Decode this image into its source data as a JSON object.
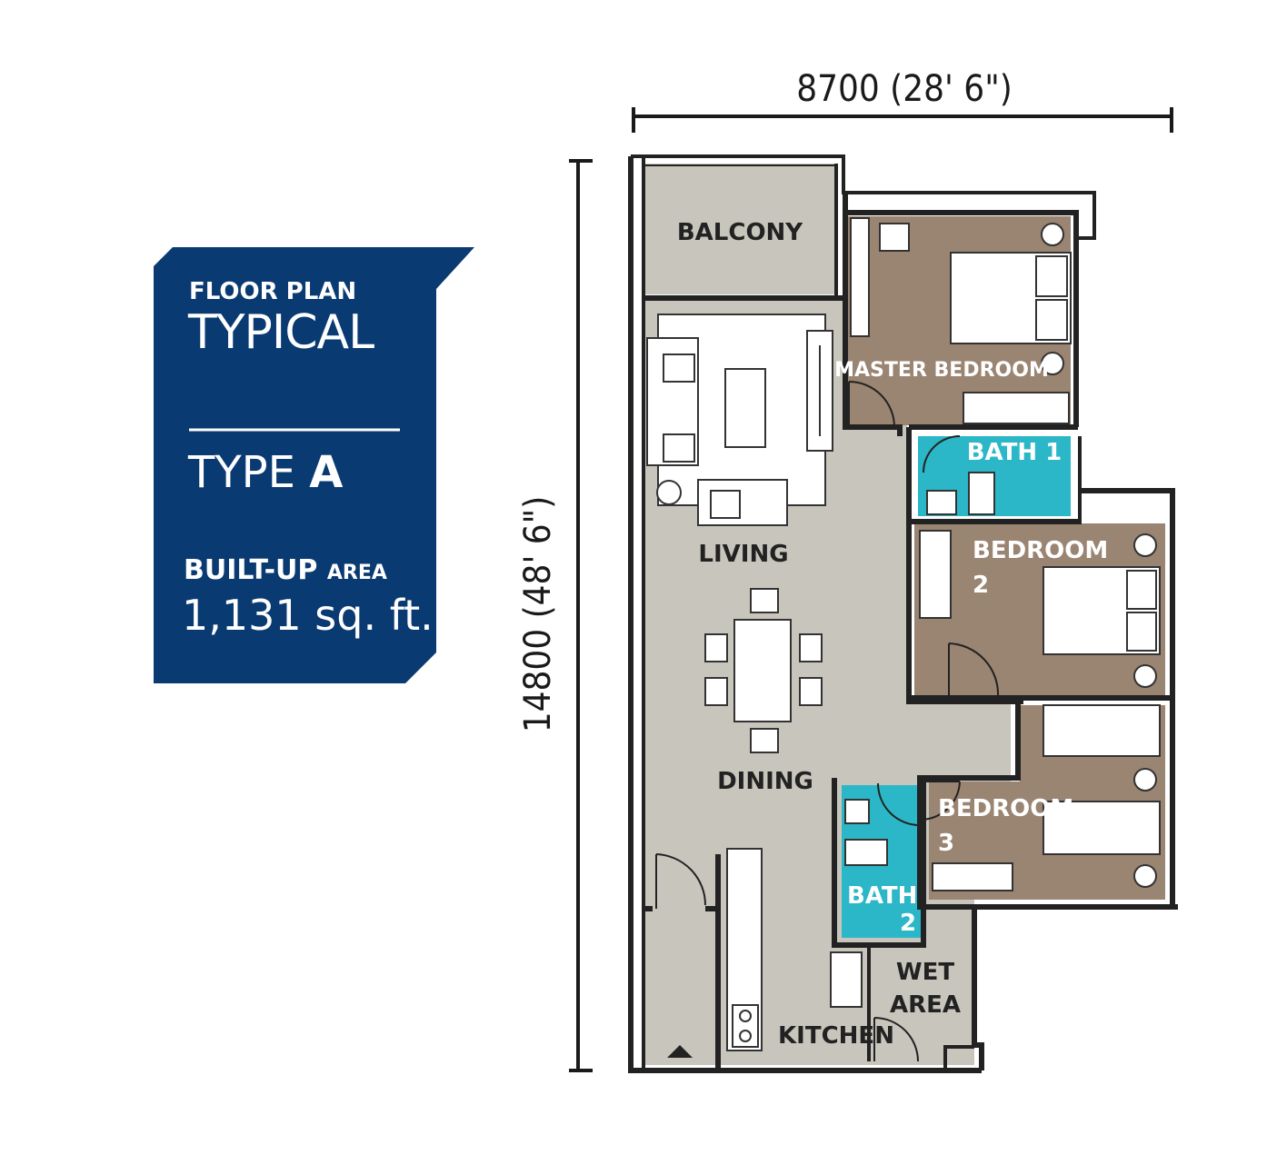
{
  "info_panel": {
    "heading": "FLOOR PLAN",
    "subheading": "TYPICAL",
    "type_word": "TYPE",
    "type_letter": "A",
    "built_up_label": "BUILT-UP",
    "area_word": "AREA",
    "area_value": "1,131 sq. ft.",
    "panel_color": "#0a3a72"
  },
  "dimensions": {
    "width": "8700 (28' 6\")",
    "depth": "14800 (48' 6\")"
  },
  "rooms": {
    "balcony": "BALCONY",
    "master_bedroom": "MASTER BEDROOM",
    "bath1": "BATH  1",
    "bedroom2_line1": "BEDROOM",
    "bedroom2_line2": "2",
    "living": "LIVING",
    "dining": "DINING",
    "bedroom3_line1": "BEDROOM",
    "bedroom3_line2": "3",
    "bath2_line1": "BATH",
    "bath2_line2": "2",
    "wet_line1": "WET",
    "wet_line2": "AREA",
    "kitchen": "KITCHEN"
  },
  "colors": {
    "wall": "#222222",
    "common_floor": "#c8c6bc",
    "bedroom_floor": "#9a8472",
    "bath_floor": "#2bb7c7",
    "furniture": "#ffffff"
  }
}
